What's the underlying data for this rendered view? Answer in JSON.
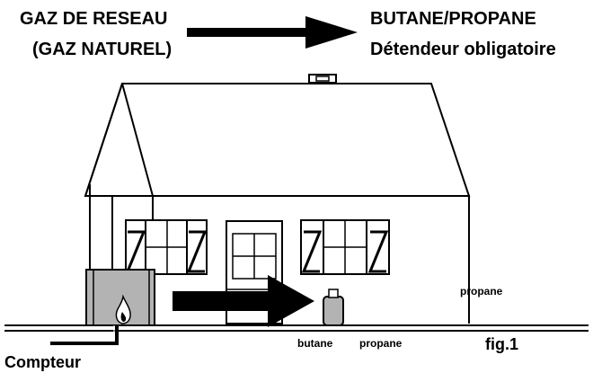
{
  "labels": {
    "source_line1": "GAZ DE RESEAU",
    "source_line2": "(GAZ NATUREL)",
    "target_line1": "BUTANE/PROPANE",
    "target_line2": "Détendeur obligatoire",
    "propane_right": "propane",
    "butane_bottom": "butane",
    "propane_bottom": "propane",
    "figure": "fig.1",
    "meter": "Compteur"
  },
  "colors": {
    "ink": "#000000",
    "boiler": "#b3b3b3",
    "cylinder": "#b3b3b3",
    "paper": "#ffffff"
  }
}
